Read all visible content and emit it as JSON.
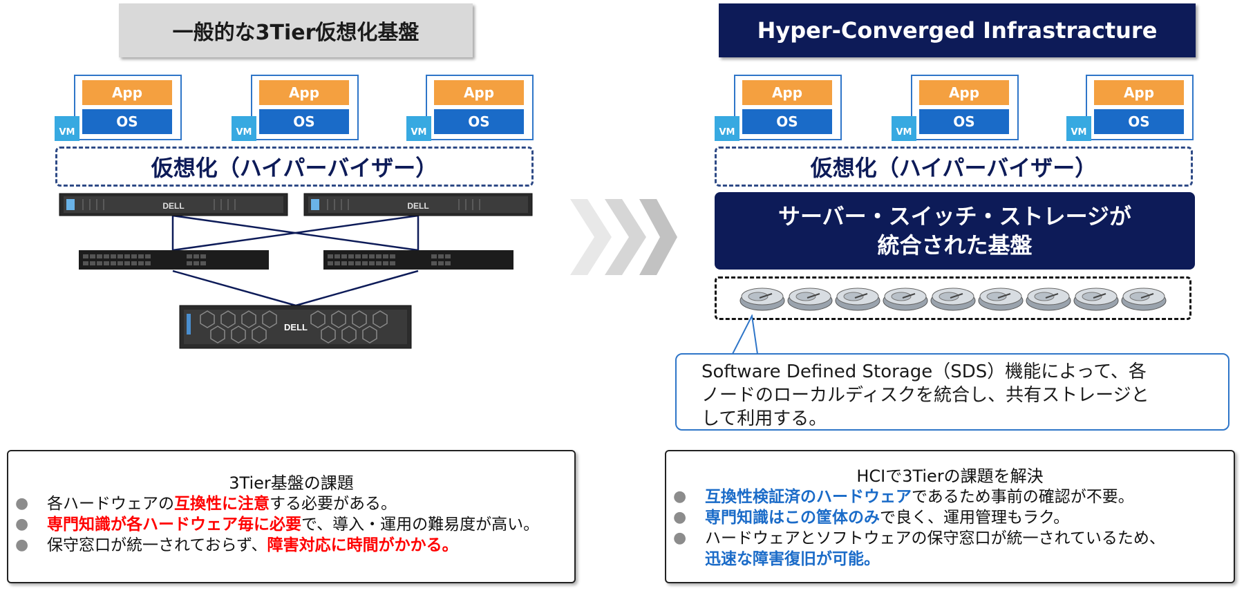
{
  "left": {
    "title": "一般的な3Tier仮想化基盤",
    "vms": [
      {
        "app": "App",
        "os": "OS",
        "badge": "VM"
      },
      {
        "app": "App",
        "os": "OS",
        "badge": "VM"
      },
      {
        "app": "App",
        "os": "OS",
        "badge": "VM"
      }
    ],
    "hypervisor": "仮想化（ハイパーバイザー）",
    "server_brand": "DELL"
  },
  "right": {
    "title": "Hyper-Converged Infrastracture",
    "vms": [
      {
        "app": "App",
        "os": "OS",
        "badge": "VM"
      },
      {
        "app": "App",
        "os": "OS",
        "badge": "VM"
      },
      {
        "app": "App",
        "os": "OS",
        "badge": "VM"
      }
    ],
    "hypervisor": "仮想化（ハイパーバイザー）",
    "integrated_line1": "サーバー・スイッチ・ストレージが",
    "integrated_line2": "統合された基盤",
    "disk_count": 9,
    "callout_line1": "Software Defined Storage（SDS）機能によって、各",
    "callout_line2": "ノードのローカルディスクを統合し、共有ストレージと",
    "callout_line3": "して利用する。"
  },
  "panel_left": {
    "title": "3Tier基盤の課題",
    "items": [
      {
        "pre": "各ハードウェアの",
        "hl": "互換性に注意",
        "post": "する必要がある。"
      },
      {
        "pre": "",
        "hl": "専門知識が各ハードウェア毎に必要",
        "post": "で、導入・運用の難易度が高い。"
      },
      {
        "pre": "保守窓口が統一されておらず、",
        "hl": "障害対応に時間がかかる。",
        "post": ""
      }
    ]
  },
  "panel_right": {
    "title": "HCIで3Tierの課題を解決",
    "items": [
      {
        "pre": "",
        "hl": "互換性検証済のハードウェア",
        "post": "であるため事前の確認が不要。"
      },
      {
        "pre": "",
        "hl": "専門知識はこの筐体のみ",
        "post": "で良く、運用管理もラク。"
      },
      {
        "pre": "ハードウェアとソフトウェアの保守窓口が統一されているため、",
        "hl": "迅速な障害復旧が可能。",
        "post": ""
      }
    ]
  },
  "bullet": "●",
  "colors": {
    "navy": "#0d1b58",
    "app_orange": "#f4a040",
    "os_blue": "#1a6bc8",
    "vm_badge": "#37a9e1",
    "red": "#ff0000",
    "chevron": "#c8c8c8"
  }
}
